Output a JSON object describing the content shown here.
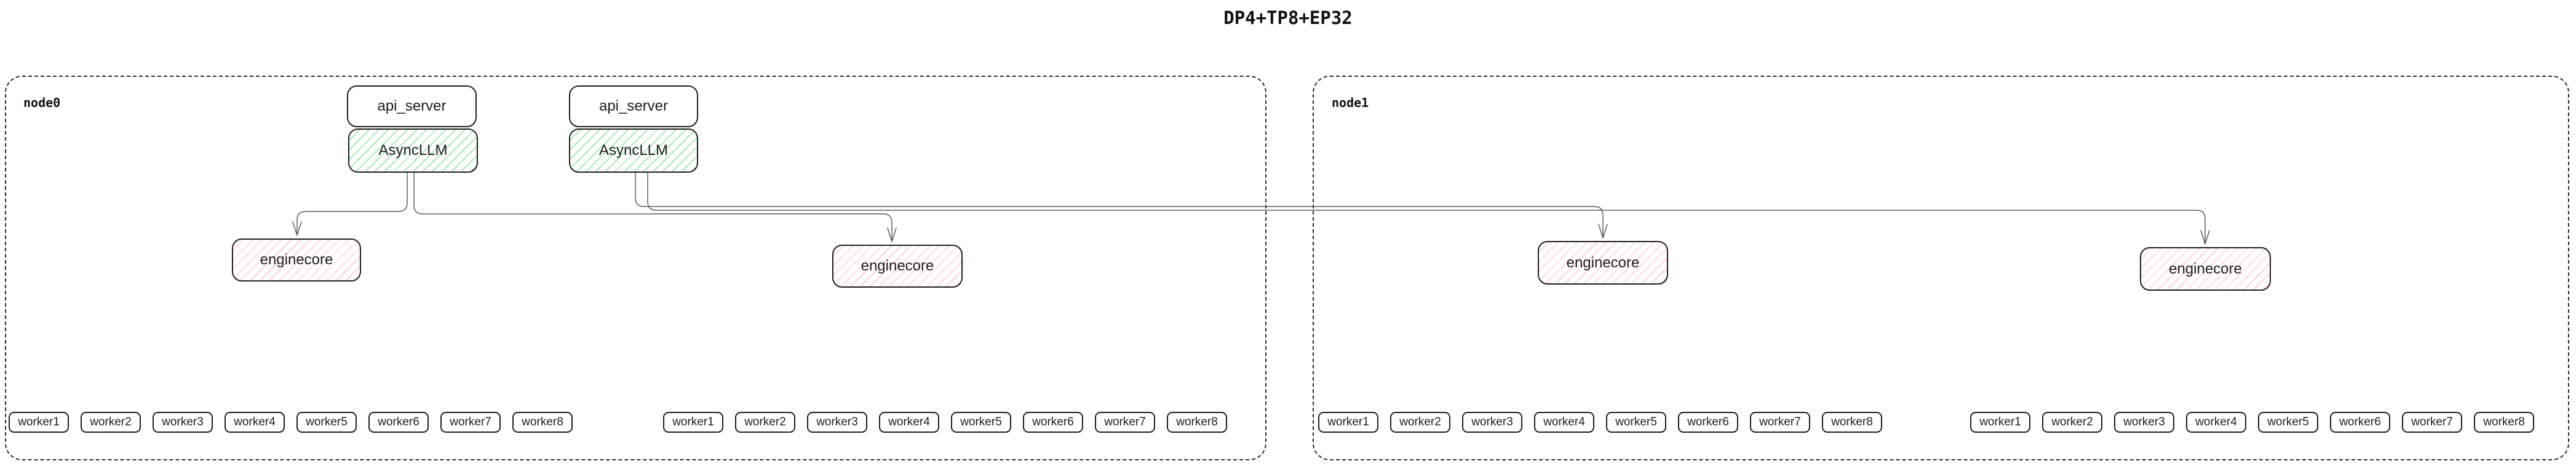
{
  "title": "DP4+TP8+EP32",
  "node0": {
    "label": "node0",
    "stack1": {
      "api_server": "api_server",
      "asyncllm": "AsyncLLM"
    },
    "stack2": {
      "api_server": "api_server",
      "asyncllm": "AsyncLLM"
    },
    "enginecore1": "enginecore",
    "enginecore2": "enginecore"
  },
  "node1": {
    "label": "node1",
    "enginecore1": "enginecore",
    "enginecore2": "enginecore"
  },
  "worker_labels": [
    "worker1",
    "worker2",
    "worker3",
    "worker4",
    "worker5",
    "worker6",
    "worker7",
    "worker8"
  ],
  "colors": {
    "box_border": "#1e1e1e",
    "edge": "#5f5f5f",
    "green_hatch": "#80e396",
    "red_hatch": "#ffbebe"
  }
}
